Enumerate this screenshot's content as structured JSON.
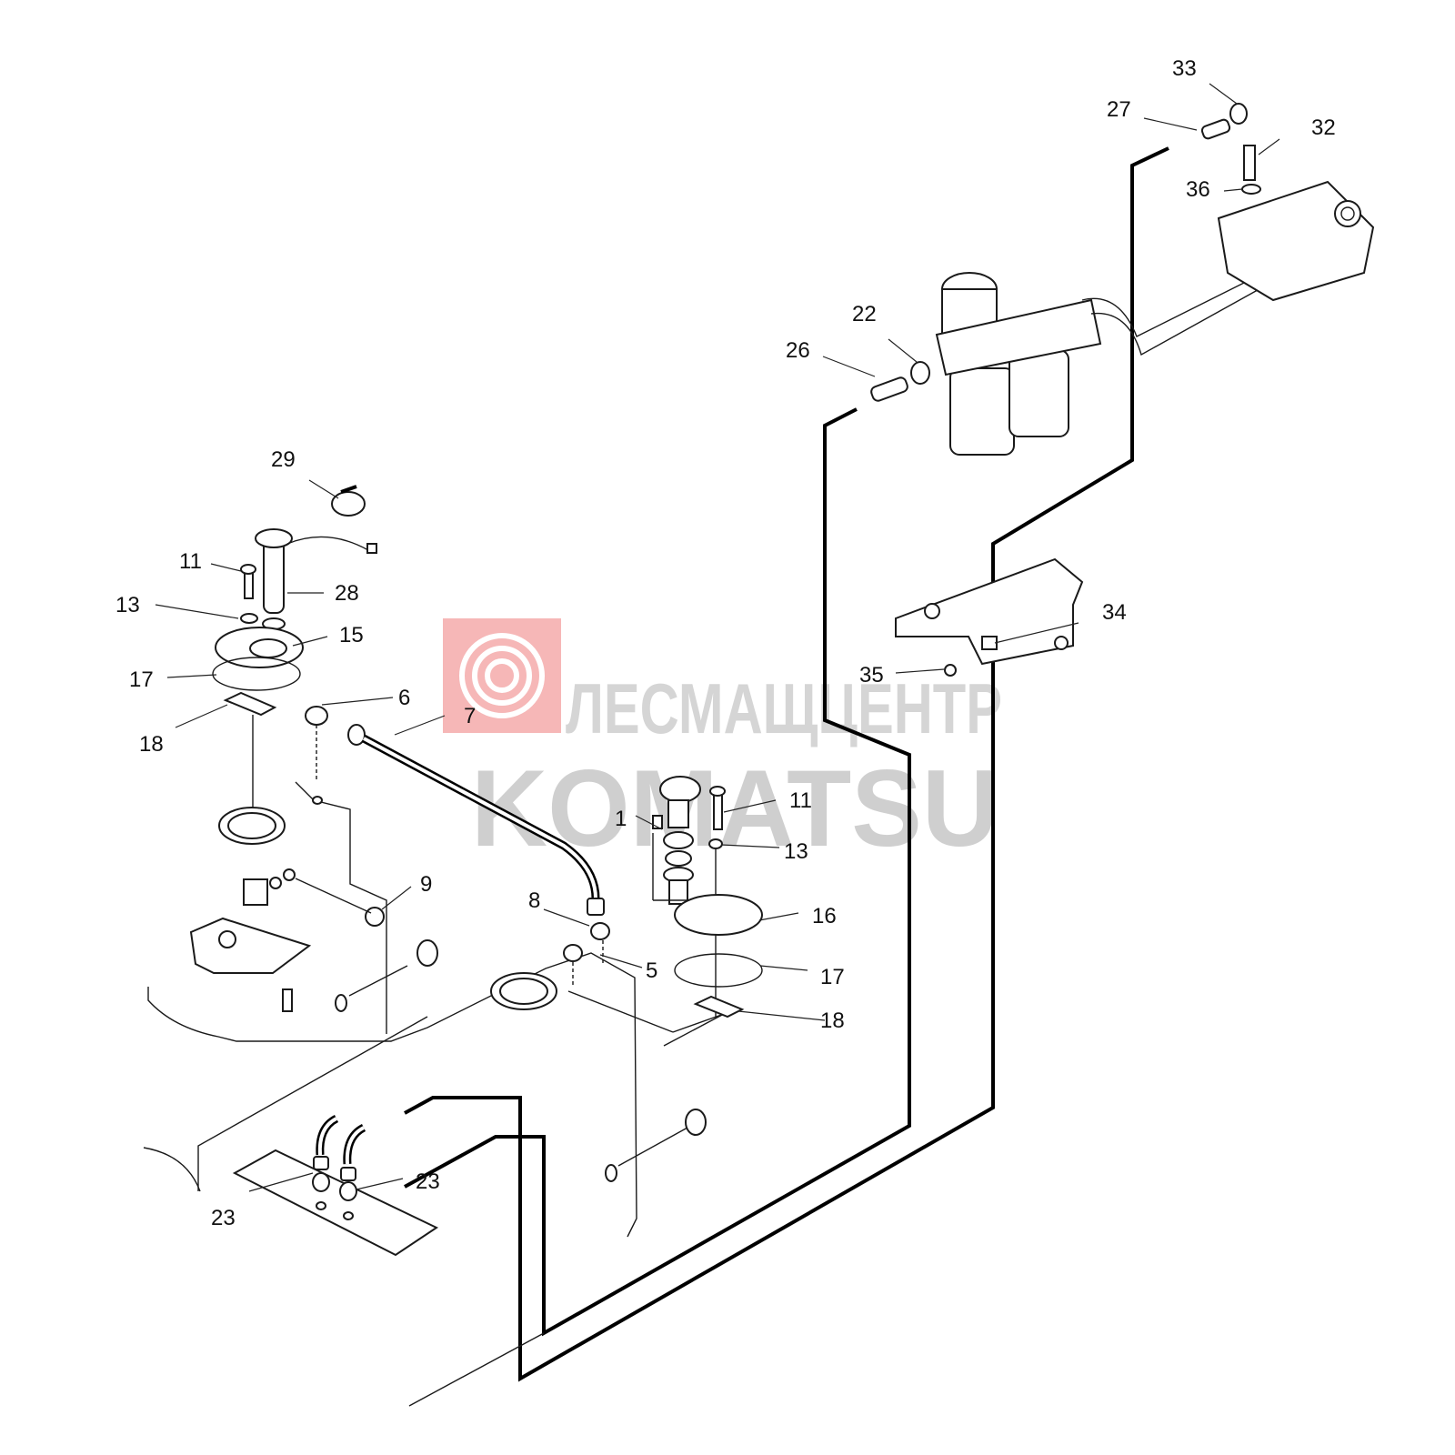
{
  "watermark": {
    "brand_top": "ЛЕСМАЩЦЕНТР",
    "brand_bottom": "KOMATSU",
    "logo_color": "#f08080",
    "text_color": "#a0a0a0"
  },
  "callouts": [
    {
      "id": "c1",
      "text": "1"
    },
    {
      "id": "c5",
      "text": "5"
    },
    {
      "id": "c6",
      "text": "6"
    },
    {
      "id": "c7",
      "text": "7"
    },
    {
      "id": "c8",
      "text": "8"
    },
    {
      "id": "c9",
      "text": "9"
    },
    {
      "id": "c11a",
      "text": "11"
    },
    {
      "id": "c11b",
      "text": "11"
    },
    {
      "id": "c13a",
      "text": "13"
    },
    {
      "id": "c13b",
      "text": "13"
    },
    {
      "id": "c15",
      "text": "15"
    },
    {
      "id": "c16",
      "text": "16"
    },
    {
      "id": "c17a",
      "text": "17"
    },
    {
      "id": "c17b",
      "text": "17"
    },
    {
      "id": "c18a",
      "text": "18"
    },
    {
      "id": "c18b",
      "text": "18"
    },
    {
      "id": "c22",
      "text": "22"
    },
    {
      "id": "c23a",
      "text": "23"
    },
    {
      "id": "c23b",
      "text": "23"
    },
    {
      "id": "c26",
      "text": "26"
    },
    {
      "id": "c27",
      "text": "27"
    },
    {
      "id": "c28",
      "text": "28"
    },
    {
      "id": "c29",
      "text": "29"
    },
    {
      "id": "c32",
      "text": "32"
    },
    {
      "id": "c33",
      "text": "33"
    },
    {
      "id": "c34",
      "text": "34"
    },
    {
      "id": "c35",
      "text": "35"
    },
    {
      "id": "c36",
      "text": "36"
    }
  ]
}
